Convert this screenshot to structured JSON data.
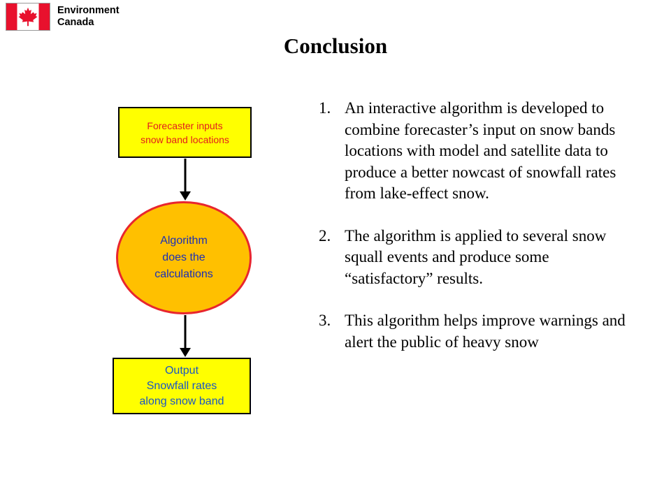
{
  "header": {
    "logo_line1": "Environment",
    "logo_line2": "Canada",
    "flag_colors": {
      "red": "#e8112d",
      "white": "#ffffff"
    }
  },
  "slide": {
    "title": "Conclusion"
  },
  "flowchart": {
    "input_box": {
      "line1": "Forecaster inputs",
      "line2": "snow band locations",
      "fill": "#ffff00",
      "text_color": "#e21d1d"
    },
    "process_ellipse": {
      "line1": "Algorithm",
      "line2": "does the",
      "line3": "calculations",
      "fill": "#ffc000",
      "border": "#e8252e",
      "text_color": "#1a2fb8"
    },
    "output_box": {
      "line1": "Output",
      "line2": "Snowfall rates",
      "line3": "along snow band",
      "fill": "#ffff00",
      "text_color": "#1a56c4"
    }
  },
  "points": [
    {
      "number": "1.",
      "text": "An interactive algorithm is developed to combine forecaster’s input on snow bands locations with model and satellite data to produce a better nowcast of snowfall rates from lake-effect snow."
    },
    {
      "number": "2.",
      "text": "The algorithm is applied to several snow squall events and produce some “satisfactory” results."
    },
    {
      "number": "3.",
      "text": "This algorithm helps improve warnings and alert the public of heavy snow"
    }
  ]
}
